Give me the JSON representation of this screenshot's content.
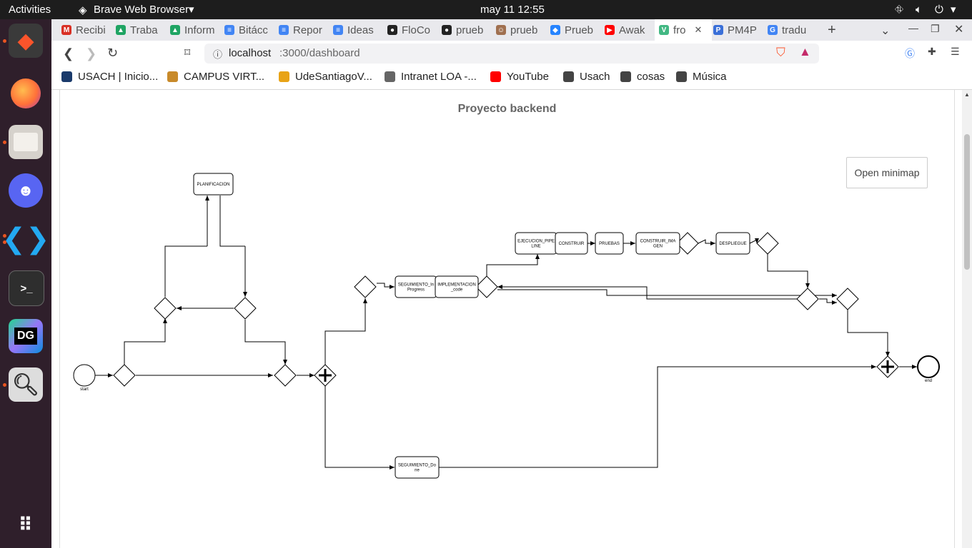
{
  "system": {
    "activities": "Activities",
    "app_menu": "Brave Web Browser",
    "clock": "may 11  12:55"
  },
  "tabs": [
    {
      "label": "Recibi",
      "color": "#d93025",
      "glyph": "M"
    },
    {
      "label": "Traba",
      "color": "#1fa463",
      "glyph": "▲"
    },
    {
      "label": "Inform",
      "color": "#1fa463",
      "glyph": "▲"
    },
    {
      "label": "Bitácc",
      "color": "#4285f4",
      "glyph": "≡"
    },
    {
      "label": "Repor",
      "color": "#4285f4",
      "glyph": "≡"
    },
    {
      "label": "Ideas",
      "color": "#4285f4",
      "glyph": "≡"
    },
    {
      "label": "FloCo",
      "color": "#222",
      "glyph": "●"
    },
    {
      "label": "prueb",
      "color": "#222",
      "glyph": "●"
    },
    {
      "label": "prueb",
      "color": "#a07050",
      "glyph": "☺"
    },
    {
      "label": "Prueb",
      "color": "#2684ff",
      "glyph": "◆"
    },
    {
      "label": "Awak",
      "color": "#ff0000",
      "glyph": "▶"
    },
    {
      "label": "fro",
      "color": "#42b883",
      "glyph": "V"
    },
    {
      "label": "PM4P",
      "color": "#3a6fd8",
      "glyph": "P"
    },
    {
      "label": "tradu",
      "color": "#4285f4",
      "glyph": "G"
    }
  ],
  "navbar": {
    "url_host": "localhost",
    "url_path": ":3000/dashboard"
  },
  "bookmarks": [
    {
      "label": "USACH | Inicio...",
      "color": "#1a3a6b"
    },
    {
      "label": "CAMPUS VIRT...",
      "color": "#c88a2a"
    },
    {
      "label": "UdeSantiagoV...",
      "color": "#e8a317"
    },
    {
      "label": "Intranet LOA -...",
      "color": "#666"
    },
    {
      "label": "YouTube",
      "color": "#ff0000"
    },
    {
      "label": "Usach",
      "color": "#444"
    },
    {
      "label": "cosas",
      "color": "#444"
    },
    {
      "label": "Música",
      "color": "#444"
    }
  ],
  "diagram": {
    "title": "Proyecto backend",
    "minimap_button": "Open minimap",
    "start_label": "start",
    "end_label": "end",
    "tasks": {
      "planificacion": [
        "PLANIFICACION"
      ],
      "seguimiento_inprogress": [
        "SEGUIMIENTO_In",
        "Progress"
      ],
      "implementacion_code": [
        "IMPLEMENTACION",
        "_code"
      ],
      "ejecucion_pipeline": [
        "EJECUCION_PIPE",
        "LINE"
      ],
      "construir": [
        "CONSTRUIR"
      ],
      "pruebas": [
        "PRUEBAS"
      ],
      "construir_imagen": [
        "CONSTRUIR_IMA",
        "GEN"
      ],
      "despliegue": [
        "DESPLIEGUE"
      ],
      "seguimiento_done": [
        "SEGUIMIENTO_Do",
        "ne"
      ]
    }
  }
}
